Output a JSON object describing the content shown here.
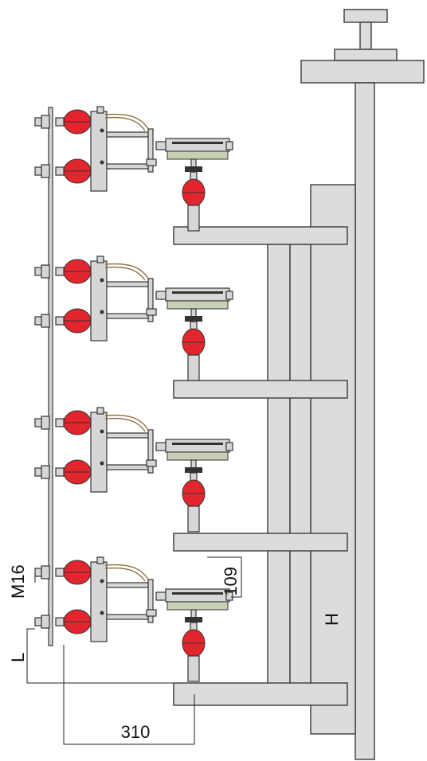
{
  "labels": {
    "thread": "M16",
    "length": "L",
    "height": "H",
    "vertical_dim": "109",
    "horizontal_dim": "310"
  },
  "colors": {
    "insulator": "#e3252d",
    "frame": "#dcdcdc",
    "outline": "#333333",
    "clamp_base": "#c7d0b5"
  }
}
